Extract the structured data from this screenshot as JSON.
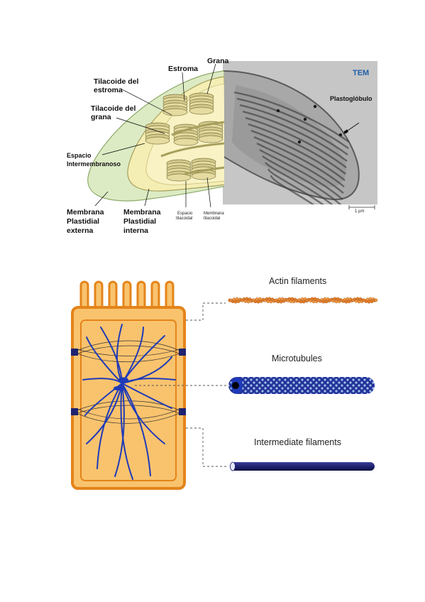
{
  "chloroplast": {
    "labels": {
      "tem": "TEM",
      "estroma": "Estroma",
      "grana": "Grana",
      "tilacoide_estroma_1": "Tilacoide del",
      "tilacoide_estroma_2": "estroma",
      "tilacoide_grana_1": "Tilacoide del",
      "tilacoide_grana_2": "grana",
      "espacio_1": "Espacio",
      "espacio_2": "Intermembranoso",
      "plastoglobulo": "Plastoglóbulo",
      "membrana_externa_1": "Membrana",
      "membrana_externa_2": "Plastidial",
      "membrana_externa_3": "externa",
      "membrana_interna_1": "Membrana",
      "membrana_interna_2": "Plastidial",
      "membrana_interna_3": "interna",
      "espacio_tilacoidal_1": "Espacio",
      "espacio_tilacoidal_2": "tilacoidal",
      "membrana_tilacoidal_1": "Membrana",
      "membrana_tilacoidal_2": "tilacoidal",
      "scale_bar": "1 µm"
    },
    "colors": {
      "outer_membrane": "#dcebc4",
      "stroma": "#f5eeb4",
      "grana": "#d3c98c",
      "tem_background": "#c9c9c9"
    }
  },
  "cytoskeleton": {
    "labels": {
      "actin": "Actin filaments",
      "microtubules": "Microtubules",
      "intermediate": "Intermediate filaments"
    },
    "colors": {
      "cell_fill": "#f9c36e",
      "cell_border": "#e4841a",
      "actin": "#e07c28",
      "microtubule": "#25319a",
      "microtubule_dots": "#9cc3e8",
      "intermediate": "#1f2370"
    }
  }
}
